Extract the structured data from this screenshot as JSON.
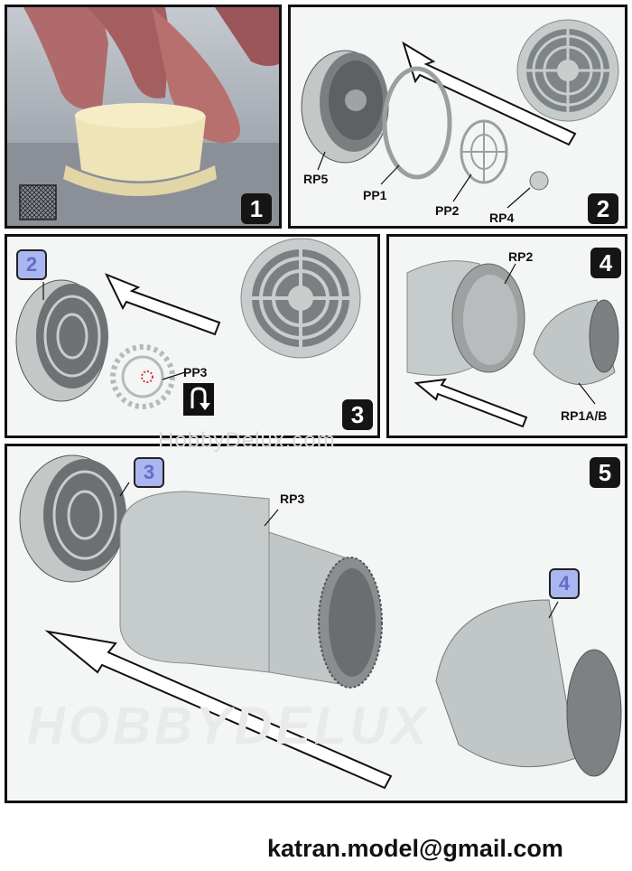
{
  "steps": [
    {
      "number": "1"
    },
    {
      "number": "2",
      "labels": [
        "RP5",
        "PP1",
        "PP2",
        "RP4"
      ]
    },
    {
      "number": "3",
      "labels": [
        "PP3"
      ],
      "ref": "2"
    },
    {
      "number": "4",
      "labels": [
        "RP2",
        "RP1A/B"
      ]
    },
    {
      "number": "5",
      "labels": [
        "RP3"
      ],
      "refs": [
        "3",
        "4"
      ]
    }
  ],
  "watermark": "HobbyDelux.com",
  "watermark_logo": "HOBBYDELUX",
  "contact_email": "katran.model@gmail.com",
  "colors": {
    "part_grey": "#c9cdcc",
    "ref_badge": "#a9b6ef",
    "step_badge": "#151515"
  }
}
